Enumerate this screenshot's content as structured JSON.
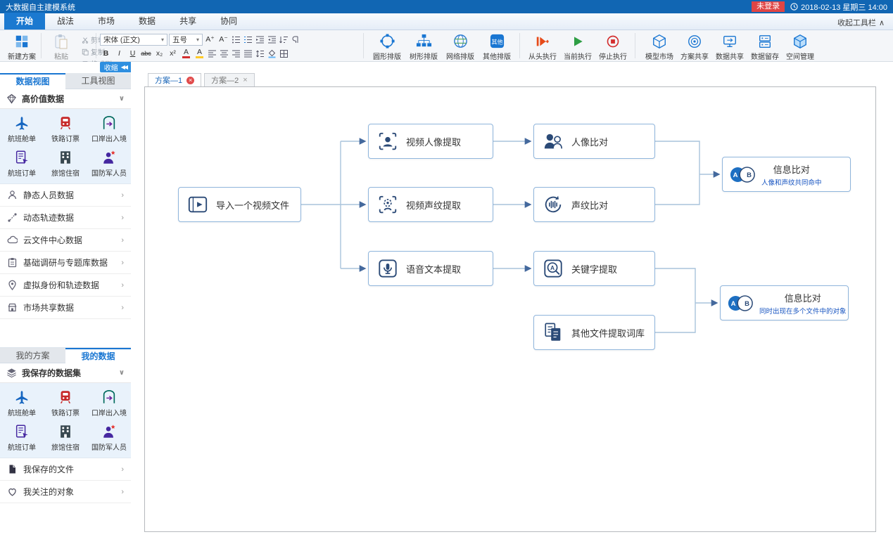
{
  "titlebar": {
    "app_title": "大数据自主建模系统",
    "login_status": "未登录",
    "datetime": "2018-02-13 星期三 14:00"
  },
  "ribbon_tabs": {
    "items": [
      {
        "label": "开始"
      },
      {
        "label": "战法"
      },
      {
        "label": "市场"
      },
      {
        "label": "数据"
      },
      {
        "label": "共享"
      },
      {
        "label": "协同"
      }
    ],
    "collapse_toolbar": "收起工具栏"
  },
  "toolbar": {
    "new_scheme": "新建方案",
    "clipboard": {
      "paste": "粘贴",
      "cut": "剪切",
      "copy": "复制",
      "format_painter": "格式刷"
    },
    "font": {
      "family": "宋体 (正文)",
      "size": "五号",
      "grow": "A⁺",
      "shrink": "A⁻",
      "bold": "B",
      "italic": "I",
      "underline": "U",
      "strikethrough": "abc",
      "subscript": "x₂",
      "superscript": "x²",
      "font_color": "A",
      "highlight": "A"
    },
    "layouts": [
      {
        "label": "圆形排版"
      },
      {
        "label": "树形排版"
      },
      {
        "label": "网络排版"
      },
      {
        "label": "其他排版",
        "badge": "其他"
      }
    ],
    "run": [
      {
        "label": "从头执行"
      },
      {
        "label": "当前执行"
      },
      {
        "label": "停止执行"
      }
    ],
    "manage": [
      {
        "label": "模型市场"
      },
      {
        "label": "方案共享"
      },
      {
        "label": "数据共享"
      },
      {
        "label": "数据留存"
      },
      {
        "label": "空间管理"
      }
    ]
  },
  "sidebar": {
    "collapse": "收缩",
    "view_tabs": [
      {
        "label": "数据视图"
      },
      {
        "label": "工具视图"
      }
    ],
    "high_value": {
      "title": "高价值数据"
    },
    "datasets": [
      {
        "label": "航班舱单"
      },
      {
        "label": "铁路订票"
      },
      {
        "label": "口岸出入境"
      },
      {
        "label": "航班订单"
      },
      {
        "label": "旅馆住宿"
      },
      {
        "label": "国防军人员"
      }
    ],
    "sections": [
      {
        "label": "静态人员数据"
      },
      {
        "label": "动态轨迹数据"
      },
      {
        "label": "云文件中心数据"
      },
      {
        "label": "基础调研与专题库数据"
      },
      {
        "label": "虚拟身份和轨迹数据"
      },
      {
        "label": "市场共享数据"
      }
    ],
    "my_tabs": [
      {
        "label": "我的方案"
      },
      {
        "label": "我的数据"
      }
    ],
    "saved_title": "我保存的数据集",
    "saved_datasets": [
      {
        "label": "航班舱单"
      },
      {
        "label": "铁路订票"
      },
      {
        "label": "口岸出入境"
      },
      {
        "label": "航班订单"
      },
      {
        "label": "旅馆住宿"
      },
      {
        "label": "国防军人员"
      }
    ],
    "my_sections": [
      {
        "label": "我保存的文件"
      },
      {
        "label": "我关注的对象"
      }
    ]
  },
  "canvas": {
    "tabs": [
      {
        "label": "方案—1"
      },
      {
        "label": "方案—2"
      }
    ],
    "nodes": {
      "import_video": {
        "label": "导入一个视频文件"
      },
      "video_face_extract": {
        "label": "视频人像提取"
      },
      "video_voice_extract": {
        "label": "视频声纹提取"
      },
      "speech_text_extract": {
        "label": "语音文本提取"
      },
      "face_compare": {
        "label": "人像比对"
      },
      "voice_compare": {
        "label": "声纹比对"
      },
      "keyword_extract": {
        "label": "关键字提取"
      },
      "other_file_lexicon": {
        "label": "其他文件提取词库"
      },
      "info_compare_top": {
        "label": "信息比对",
        "note": "人像和声纹共同命中"
      },
      "info_compare_bottom": {
        "label": "信息比对",
        "note": "同时出现在多个文件中的对象"
      }
    },
    "venn": {
      "a": "A",
      "b": "B"
    }
  },
  "icon_letters": {
    "a": "A"
  },
  "glyphs": {
    "dropdown": "▾",
    "chevron_down": "∨",
    "chevron_right": "›",
    "collapse_arrows": "◀◀",
    "collapse_caret": "∧",
    "close": "×"
  },
  "colors": {
    "titlebar": "#1166b3",
    "accent_blue": "#1976d2",
    "node_border": "#8fb5dc",
    "note_blue": "#1553c0",
    "alert_red": "#e04545"
  }
}
